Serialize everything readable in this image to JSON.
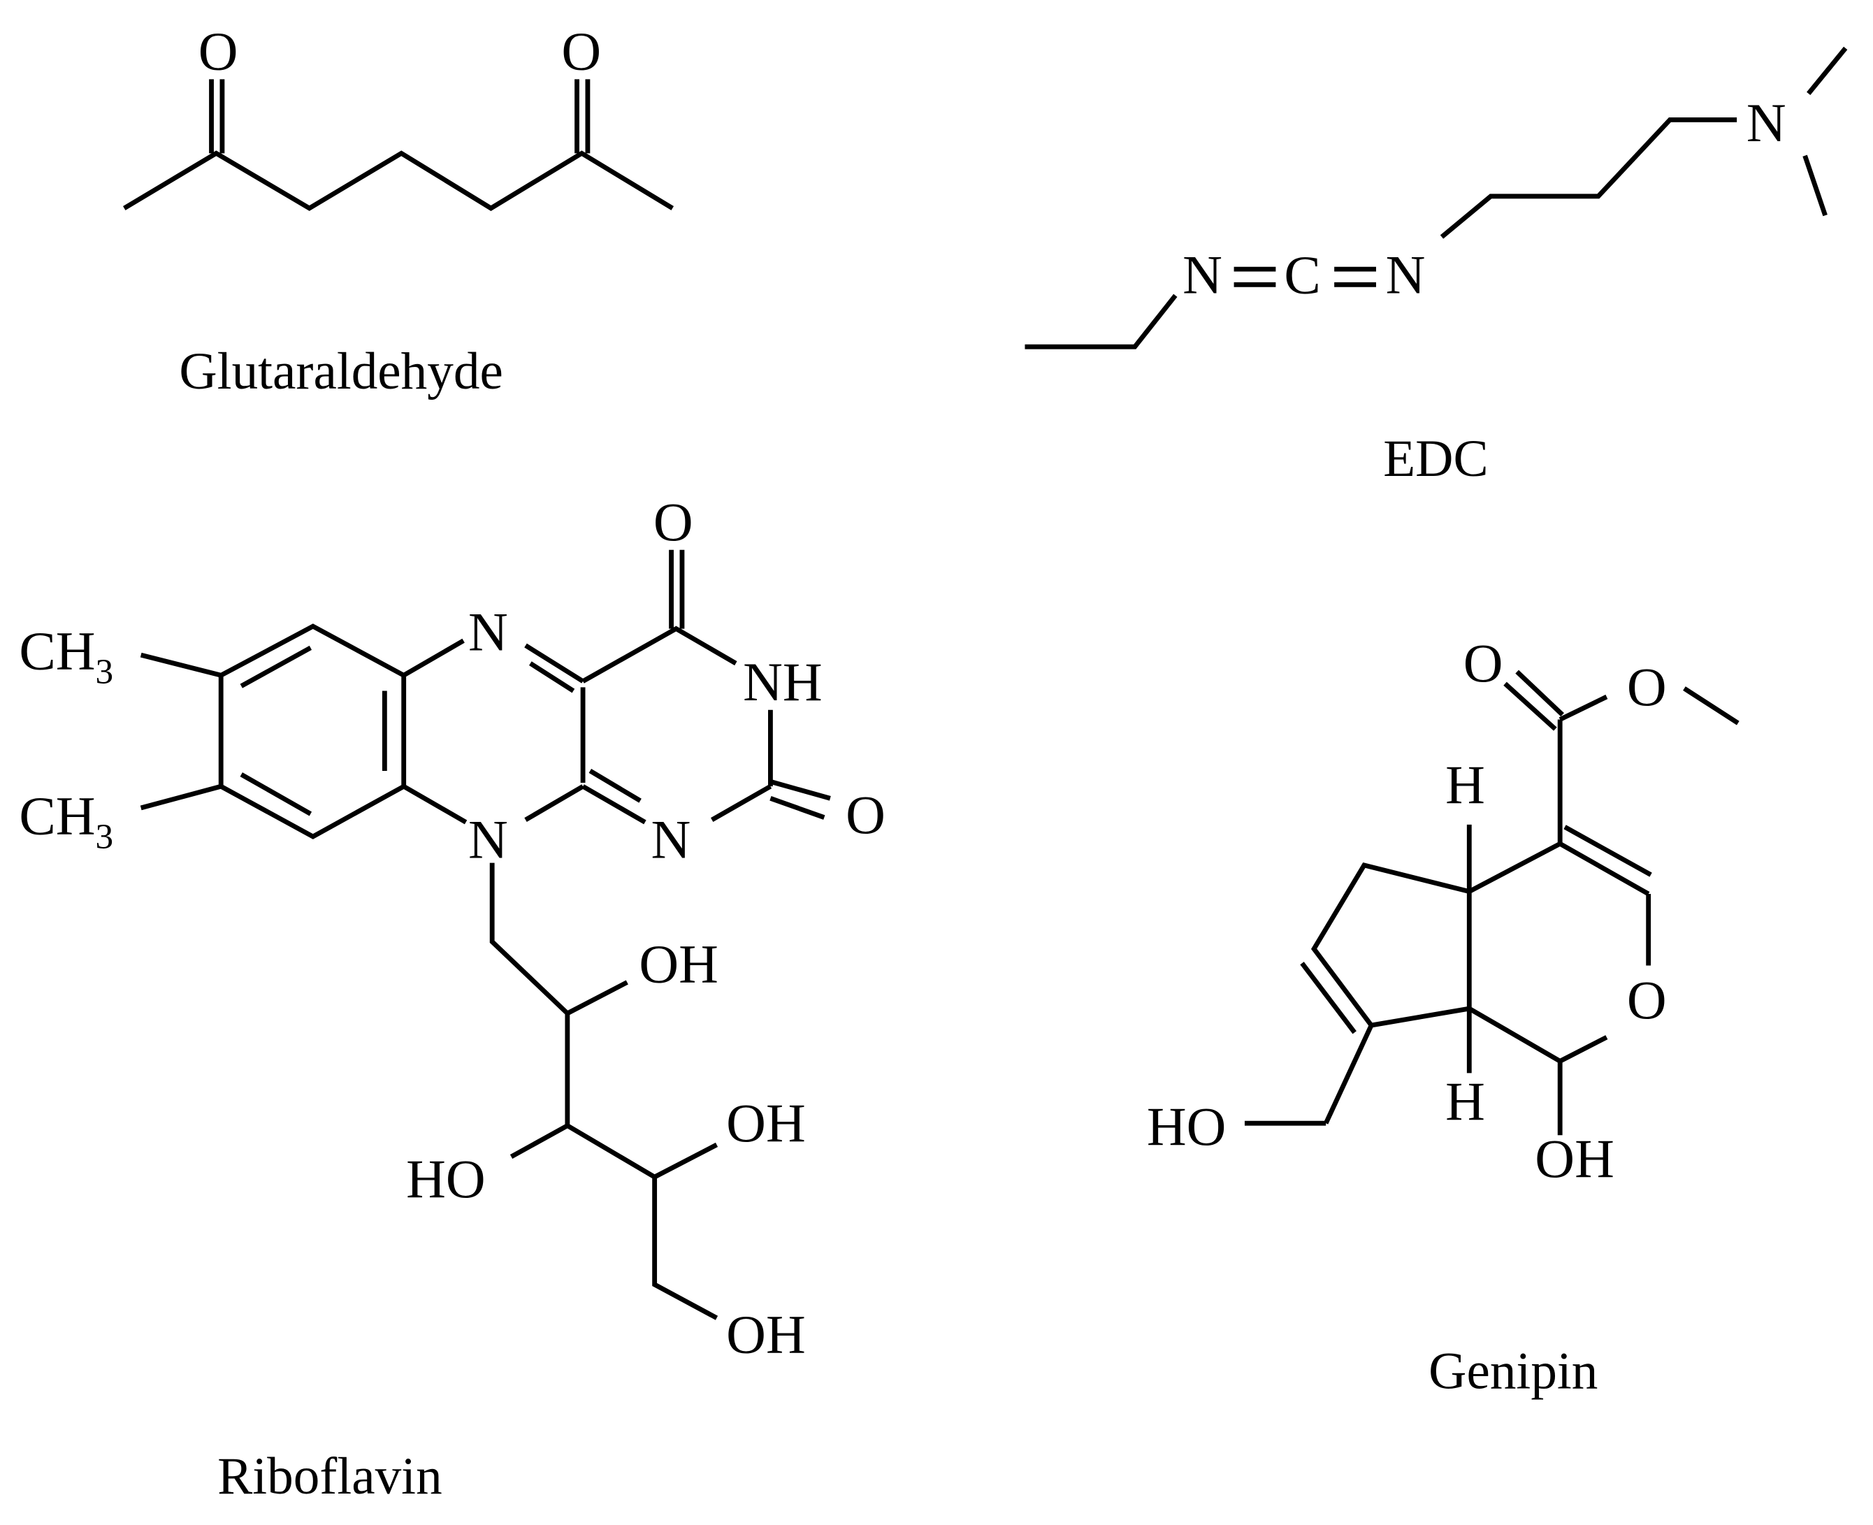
{
  "figure": {
    "molecules": [
      {
        "name": "Glutaraldehyde",
        "atoms": [
          "O",
          "O"
        ]
      },
      {
        "name": "EDC",
        "atoms": [
          "N",
          "C",
          "N",
          "N"
        ],
        "bond_symbols": [
          "=",
          "="
        ]
      },
      {
        "name": "Riboflavin",
        "atoms": [
          "N",
          "O",
          "NH",
          "O",
          "N",
          "N",
          "OH",
          "HO",
          "OH",
          "OH"
        ],
        "substituents": [
          "CH",
          "3",
          "CH",
          "3"
        ]
      },
      {
        "name": "Genipin",
        "atoms": [
          "O",
          "O",
          "H",
          "O",
          "H",
          "HO",
          "OH"
        ]
      }
    ]
  }
}
